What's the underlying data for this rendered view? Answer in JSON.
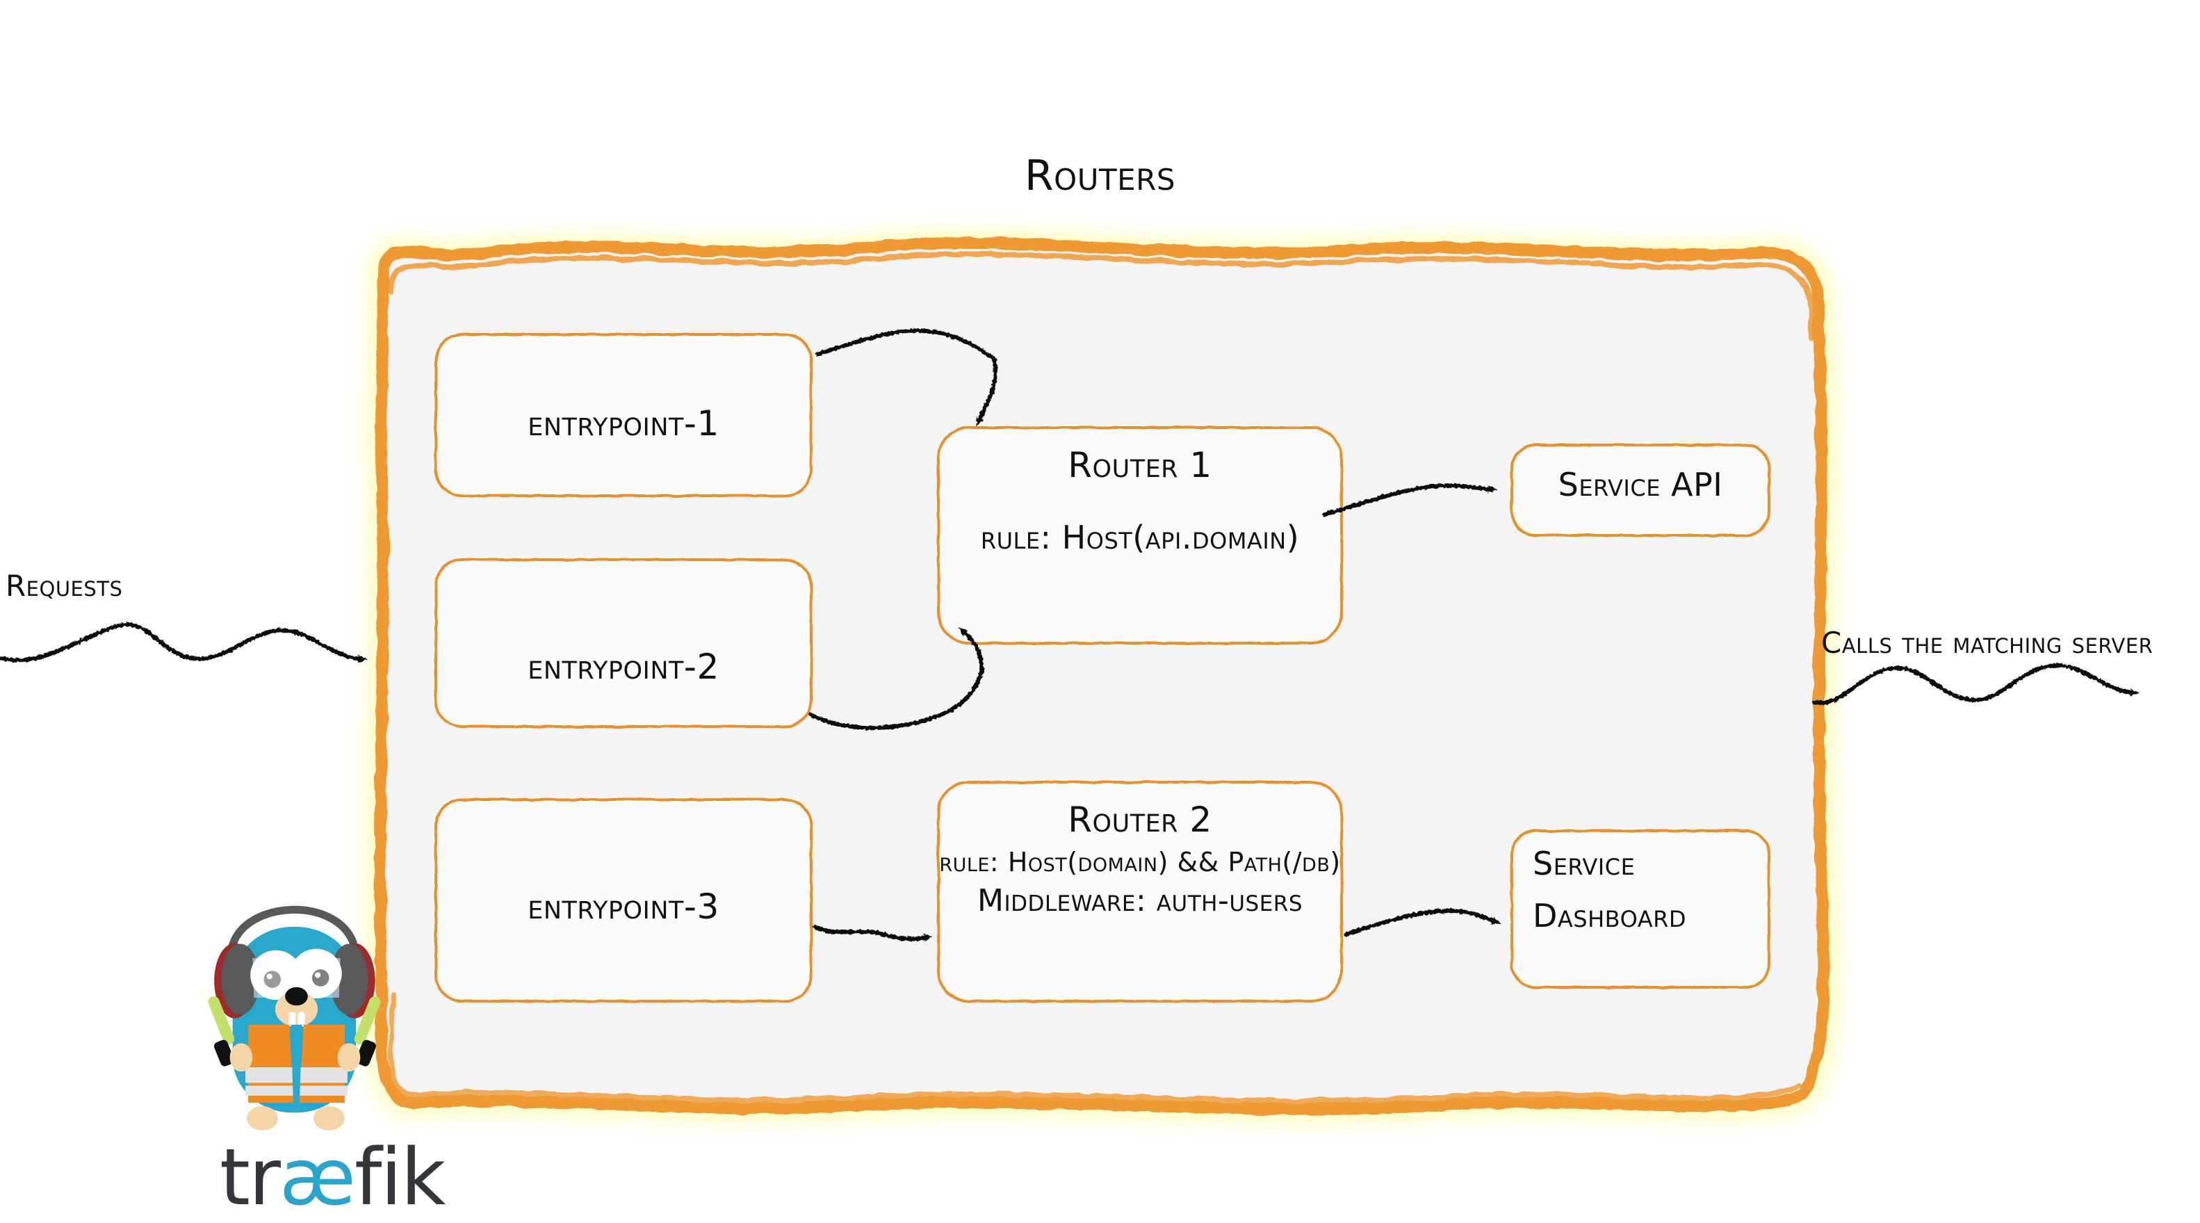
{
  "diagram": {
    "title": "Routers",
    "type": "traefik-routing-architecture"
  },
  "colors": {
    "brand_orange": "#ee9933",
    "container_fill": "#f4f4f4",
    "box_fill": "#fafafa",
    "box_stroke": "#e8912b",
    "ink": "#111111",
    "gopher_body": "#28a8cc",
    "gopher_vest": "#ef8b22",
    "gopher_vest_stripe": "#e3e3e3",
    "gopher_wand": "#c2e06a",
    "gopher_muzzle": "#f5d5a8",
    "headphone_gray": "#58595b",
    "headphone_red": "#9e2a2b",
    "wordmark_dark": "#33373c",
    "wordmark_cyan": "#27a5cd"
  },
  "flow": {
    "inbound_label": "Requests",
    "outbound_label": "Calls the matching server"
  },
  "entrypoints": [
    {
      "id": "entrypoint-1",
      "label": "entrypoint-1"
    },
    {
      "id": "entrypoint-2",
      "label": "entrypoint-2"
    },
    {
      "id": "entrypoint-3",
      "label": "entrypoint-3"
    }
  ],
  "routers": [
    {
      "id": "router-1",
      "title": "Router 1",
      "rule": "rule: Host(api.domain)",
      "middleware": null
    },
    {
      "id": "router-2",
      "title": "Router 2",
      "rule": "rule: Host(domain) && Path(/db)",
      "middleware": "Middleware: auth-users"
    }
  ],
  "services": [
    {
      "id": "service-api",
      "label": "Service API",
      "lines": [
        "Service API"
      ]
    },
    {
      "id": "service-dashboard",
      "label": "Service Dashboard",
      "lines": [
        "Service",
        "Dashboard"
      ]
    }
  ],
  "connections": [
    {
      "from": "entrypoint-1",
      "to": "router-1"
    },
    {
      "from": "entrypoint-2",
      "to": "router-1"
    },
    {
      "from": "entrypoint-3",
      "to": "router-2"
    },
    {
      "from": "router-1",
      "to": "service-api"
    },
    {
      "from": "router-2",
      "to": "service-dashboard"
    }
  ],
  "branding": {
    "wordmark_prefix": "tr",
    "wordmark_ligature": "æ",
    "wordmark_suffix": "fik",
    "mascot": "traefik-gopher-mascot"
  }
}
